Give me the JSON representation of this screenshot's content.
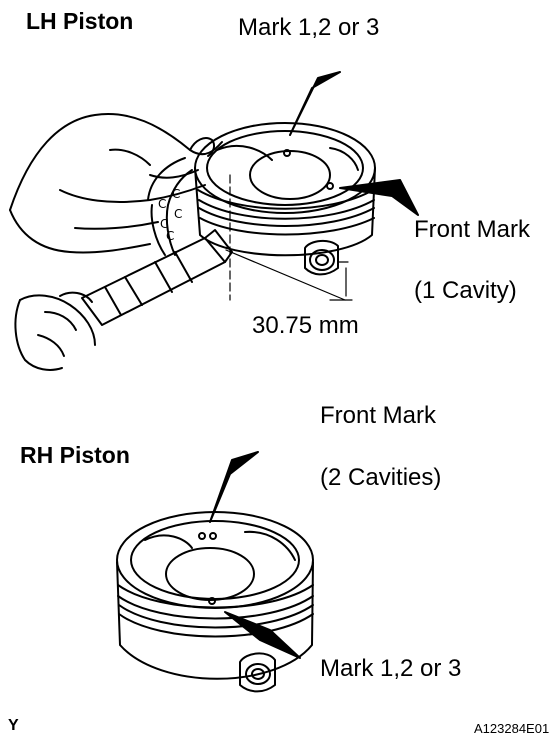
{
  "lh": {
    "title": "LH Piston",
    "mark_label": "Mark 1,2 or 3",
    "front_mark_label": "Front Mark",
    "cavity_label": "(1 Cavity)",
    "measurement": "30.75 mm"
  },
  "rh": {
    "title": "RH Piston",
    "front_mark_label": "Front Mark",
    "cavity_label": "(2 Cavities)",
    "mark_label": "Mark 1,2 or 3"
  },
  "footer": {
    "corner_letter": "Y",
    "figure_code": "A123284E01"
  }
}
